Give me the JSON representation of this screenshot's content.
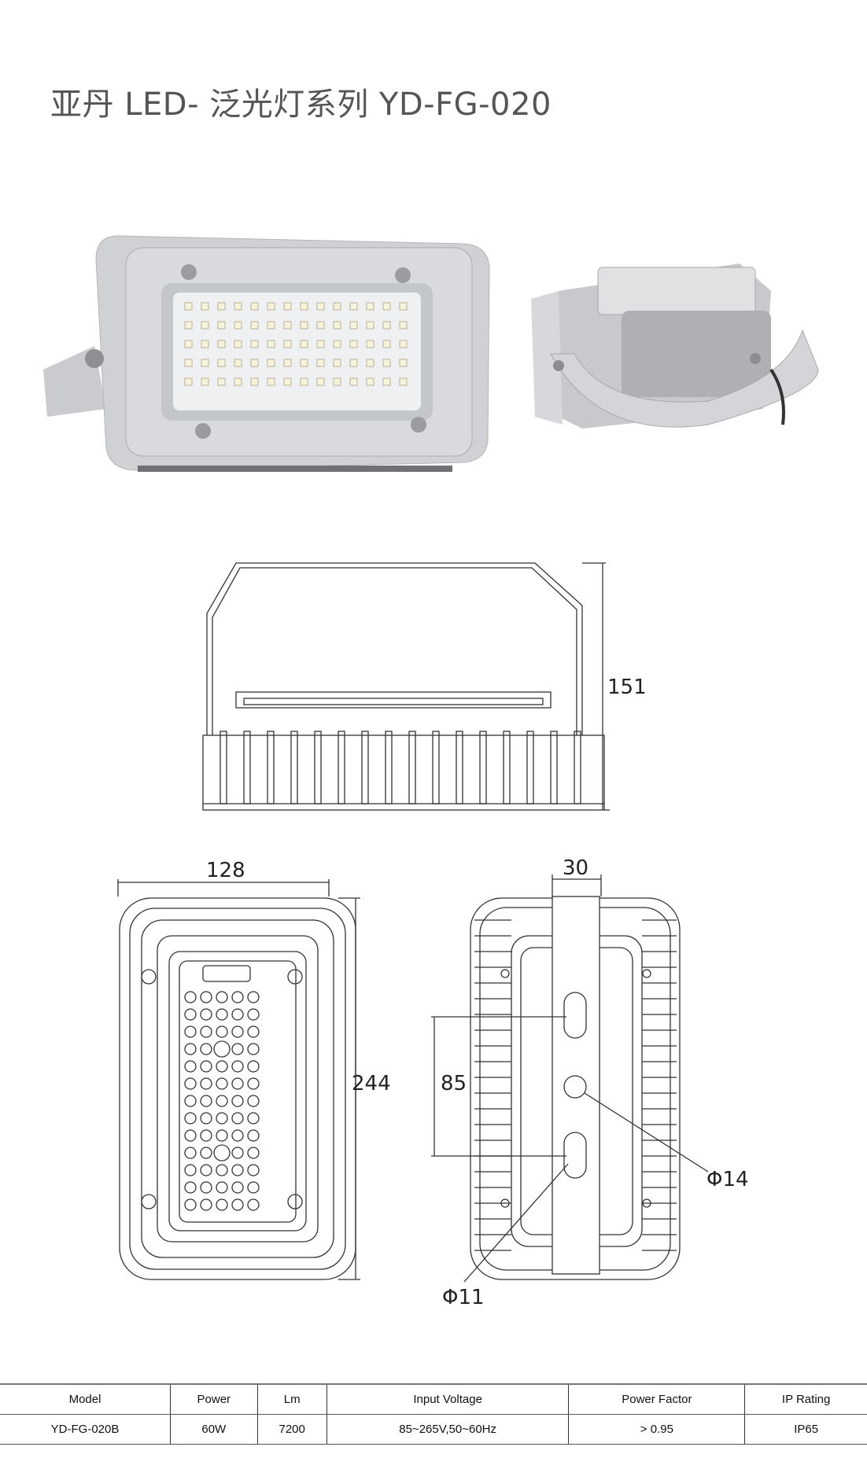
{
  "title": "亚丹 LED- 泛光灯系列 YD-FG-020",
  "dimensions": {
    "height": "151",
    "width": "128",
    "length": "244",
    "bracket_width": "30",
    "hole_spacing": "85",
    "hole_large": "Φ14",
    "hole_small": "Φ11"
  },
  "spec_table": {
    "headers": [
      "Model",
      "Power",
      "Lm",
      "Input Voltage",
      "Power Factor",
      "IP Rating"
    ],
    "rows": [
      [
        "YD-FG-020B",
        "60W",
        "7200",
        "85~265V,50~60Hz",
        "> 0.95",
        "IP65"
      ]
    ]
  }
}
